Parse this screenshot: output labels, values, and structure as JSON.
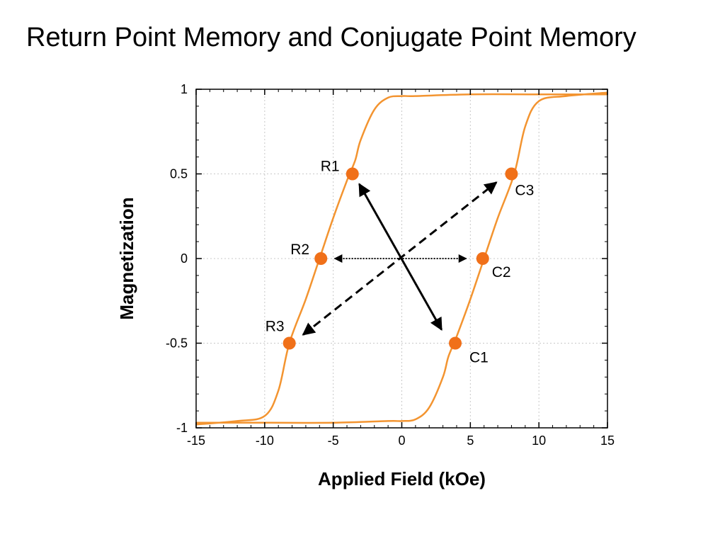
{
  "slide": {
    "title": "Return Point Memory and Conjugate Point Memory"
  },
  "chart_data": {
    "type": "line",
    "title": "",
    "xlabel": "Applied Field (kOe)",
    "ylabel": "Magnetization",
    "xlim": [
      -15,
      15
    ],
    "ylim": [
      -1,
      1
    ],
    "xticks": [
      -15,
      -10,
      -5,
      0,
      5,
      10,
      15
    ],
    "yticks": [
      -1,
      -0.5,
      0,
      0.5,
      1
    ],
    "x_tick_labels": [
      "-15",
      "-10",
      "-5",
      "0",
      "5",
      "10",
      "15"
    ],
    "y_tick_labels": [
      "-1",
      "-0.5",
      "0",
      "0.5",
      "1"
    ],
    "grid": true,
    "colors": {
      "curve": "#f39430",
      "points": "#f07019",
      "arrows": "#000000"
    },
    "series": [
      {
        "x": [
          -15,
          -12,
          -10,
          -9,
          -8.2,
          -7,
          -6,
          -5,
          -4,
          -3.4,
          -3,
          -2,
          -1,
          0,
          1,
          5,
          10,
          15
        ],
        "y": [
          -0.98,
          -0.96,
          -0.93,
          -0.78,
          -0.5,
          -0.24,
          0.0,
          0.24,
          0.46,
          0.58,
          0.7,
          0.88,
          0.95,
          0.96,
          0.96,
          0.97,
          0.97,
          0.97
        ]
      },
      {
        "x": [
          -15,
          -10,
          -5,
          -1,
          0,
          1,
          2,
          3,
          3.4,
          4,
          5,
          6,
          7,
          8.2,
          9,
          10,
          12,
          15
        ],
        "y": [
          -0.97,
          -0.97,
          -0.97,
          -0.96,
          -0.96,
          -0.95,
          -0.88,
          -0.7,
          -0.58,
          -0.46,
          -0.24,
          0.0,
          0.24,
          0.5,
          0.78,
          0.93,
          0.96,
          0.98
        ]
      }
    ],
    "points": [
      {
        "label": "R1",
        "x": -3.6,
        "y": 0.5
      },
      {
        "label": "R2",
        "x": -5.9,
        "y": 0.0
      },
      {
        "label": "R3",
        "x": -8.2,
        "y": -0.5
      },
      {
        "label": "C1",
        "x": 3.9,
        "y": -0.5
      },
      {
        "label": "C2",
        "x": 5.9,
        "y": 0.0
      },
      {
        "label": "C3",
        "x": 8.0,
        "y": 0.5
      }
    ],
    "arrows": [
      {
        "from": [
          -3.1,
          0.44
        ],
        "to": [
          2.9,
          -0.42
        ],
        "style": "solid"
      },
      {
        "from": [
          -4.9,
          0.0
        ],
        "to": [
          4.7,
          0.0
        ],
        "style": "dotted"
      },
      {
        "from": [
          -7.2,
          -0.45
        ],
        "to": [
          6.9,
          0.45
        ],
        "style": "dashed"
      }
    ]
  }
}
